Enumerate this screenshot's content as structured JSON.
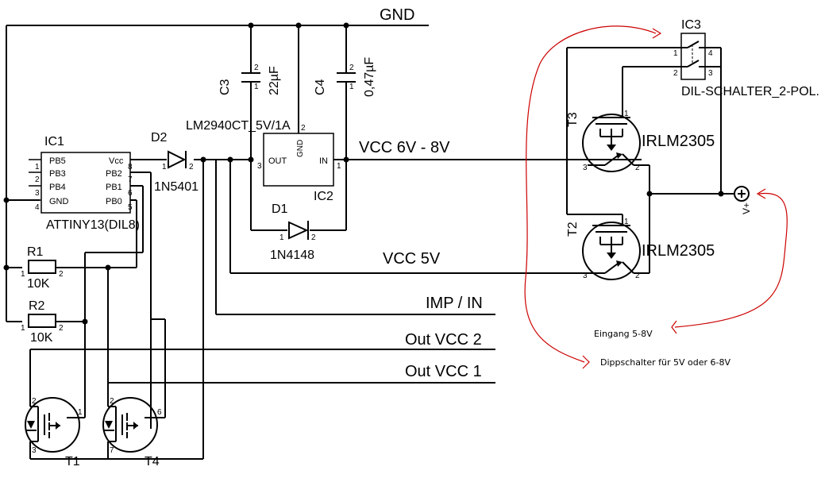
{
  "nets": {
    "gnd": "GND",
    "vcc_6_8": "VCC 6V - 8V",
    "vcc_5": "VCC 5V",
    "imp_in": "IMP / IN",
    "out_vcc2": "Out VCC 2",
    "out_vcc1": "Out VCC 1",
    "vplus": "V+"
  },
  "ic1": {
    "ref": "IC1",
    "value": "ATTINY13(DIL8)",
    "left_pins": [
      "PB5",
      "PB3",
      "PB4",
      "GND"
    ],
    "left_nums": [
      "1",
      "2",
      "3",
      "4"
    ],
    "right_pins": [
      "Vcc",
      "PB2",
      "PB1",
      "PB0"
    ],
    "right_nums": [
      "8",
      "7",
      "6",
      "5"
    ]
  },
  "ic2": {
    "ref": "IC2",
    "value": "LM2940CT_5V/1A",
    "out": "OUT",
    "gnd": "GND",
    "in": "IN",
    "pin_out": "3",
    "pin_gnd": "2",
    "pin_in": "1"
  },
  "ic3": {
    "ref": "IC3",
    "value": "DIL-SCHALTER_2-POL.",
    "pins": [
      "1",
      "2",
      "4",
      "3"
    ]
  },
  "d2": {
    "ref": "D2",
    "value": "1N5401",
    "pin_a": "1",
    "pin_k": "2"
  },
  "d1": {
    "ref": "D1",
    "value": "1N4148",
    "pin_a": "1",
    "pin_k": "2"
  },
  "c3": {
    "ref": "C3",
    "value": "22µF",
    "pin_top": "2",
    "pin_bot": "1"
  },
  "c4": {
    "ref": "C4",
    "value": "0,47µF",
    "pin_top": "2",
    "pin_bot": "1"
  },
  "r1": {
    "ref": "R1",
    "value": "10K",
    "pin_a": "1",
    "pin_b": "2"
  },
  "r2": {
    "ref": "R2",
    "value": "10K",
    "pin_a": "1",
    "pin_b": "2"
  },
  "t3": {
    "ref": "T3",
    "value": "IRLM2305",
    "pins": [
      "1",
      "3",
      "2"
    ]
  },
  "t2": {
    "ref": "T2",
    "value": "IRLM2305",
    "pins": [
      "1",
      "3",
      "2"
    ]
  },
  "t1": {
    "ref": "T1",
    "pins": [
      "2",
      "1",
      "3"
    ]
  },
  "t4": {
    "ref": "T4",
    "pins": [
      "2",
      "6",
      "7"
    ]
  },
  "annotations": {
    "eingang": "Eingang 5-8V",
    "dipp": "Dippschalter für 5V oder 6-8V"
  }
}
